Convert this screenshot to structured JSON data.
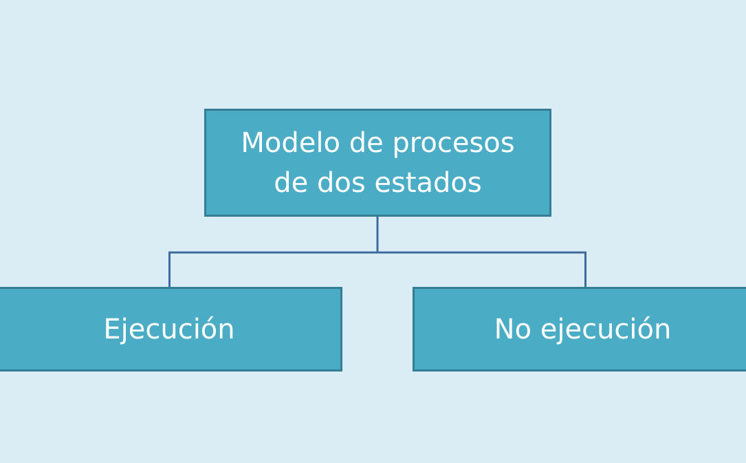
{
  "diagram": {
    "root": {
      "label": "Modelo de procesos\nde dos estados"
    },
    "children": [
      {
        "label": "Ejecución"
      },
      {
        "label": "No ejecución"
      }
    ],
    "colors": {
      "background": "#dbedf4",
      "box_fill": "#4bacc6",
      "box_border": "#357d94",
      "connector": "#3f6aa0",
      "text": "#ffffff"
    }
  }
}
